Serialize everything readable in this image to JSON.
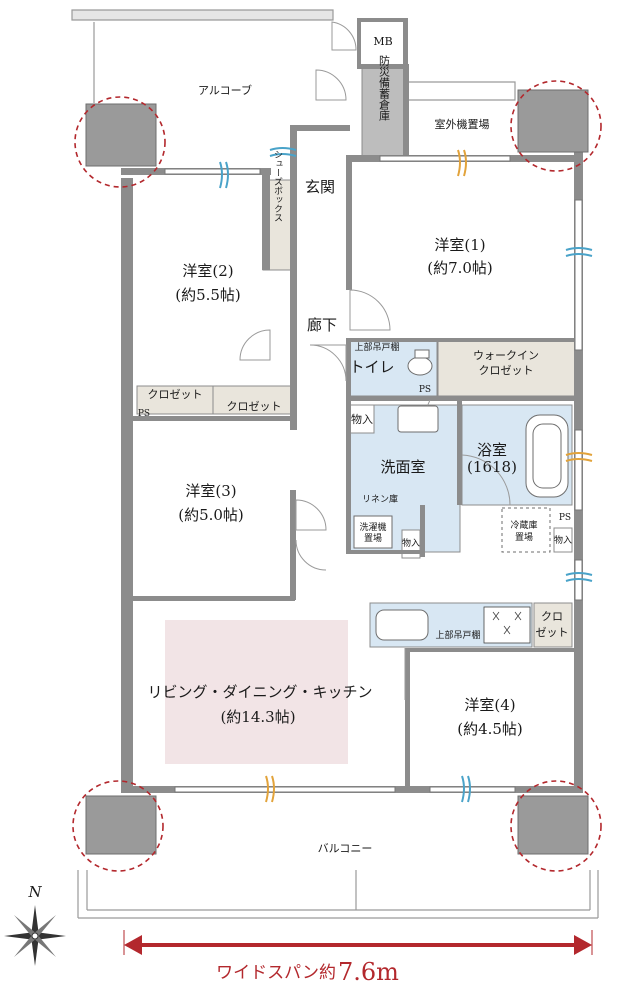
{
  "labels": {
    "mb": "MB",
    "alcove": "アルコーブ",
    "storage": "防災備蓄倉庫",
    "outdoor_unit": "室外機置場",
    "entrance": "玄関",
    "shoe_box": "シューズボックス",
    "room1": "洋室(1)",
    "room1_size": "(約7.0帖)",
    "room2": "洋室(2)",
    "room2_size": "(約5.5帖)",
    "hall": "廊下",
    "upper_cabinet_toilet": "上部吊戸棚",
    "toilet": "トイレ",
    "ps": "PS",
    "walk_in_1": "ウォークイン",
    "walk_in_2": "クロゼット",
    "closet": "クロゼット",
    "storage_small": "物入",
    "washroom": "洗面室",
    "bath": "浴室",
    "bath_size": "(1618)",
    "linen": "リネン庫",
    "washer_1": "洗濯機",
    "washer_2": "置場",
    "fridge_1": "冷蔵庫",
    "fridge_2": "置場",
    "room3": "洋室(3)",
    "room3_size": "(約5.0帖)",
    "upper_cabinet_kitchen": "上部吊戸棚",
    "kitchen_closet_1": "クロ",
    "kitchen_closet_2": "ゼット",
    "ldk": "リビング・ダイニング・キッチン",
    "ldk_size": "(約14.3帖)",
    "room4": "洋室(4)",
    "room4_size": "(約4.5帖)",
    "balcony": "バルコニー",
    "north": "N",
    "wide_span": "ワイドスパン約",
    "wide_span_value": "7.6m"
  },
  "colors": {
    "wall": "#8c8c8c",
    "pillar": "#9a9a9a",
    "wet_area": "#d8e7f3",
    "storage_fill": "#e9e5dc",
    "ldk_highlight": "#f2e4e6",
    "accent_red": "#b3282d"
  }
}
